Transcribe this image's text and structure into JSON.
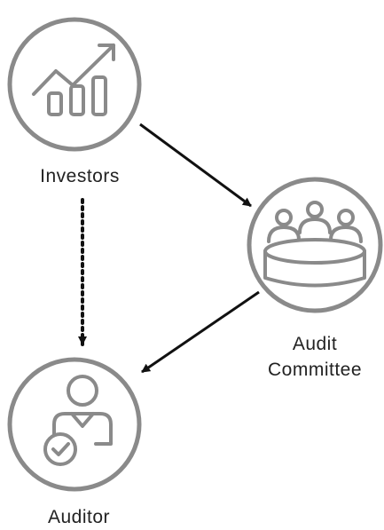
{
  "nodes": {
    "investors": {
      "label": "Investors",
      "icon": "growth-chart-icon"
    },
    "audit_committee": {
      "label_line1": "Audit",
      "label_line2": "Committee",
      "icon": "meeting-table-icon"
    },
    "auditor": {
      "label": "Auditor",
      "icon": "verified-person-icon"
    }
  },
  "edges": [
    {
      "from": "investors",
      "to": "audit_committee",
      "style": "solid"
    },
    {
      "from": "audit_committee",
      "to": "auditor",
      "style": "solid"
    },
    {
      "from": "investors",
      "to": "auditor",
      "style": "dotted"
    }
  ],
  "colors": {
    "stroke": "#8a8a8a",
    "arrow": "#111111",
    "text": "#222222",
    "background": "#ffffff"
  }
}
